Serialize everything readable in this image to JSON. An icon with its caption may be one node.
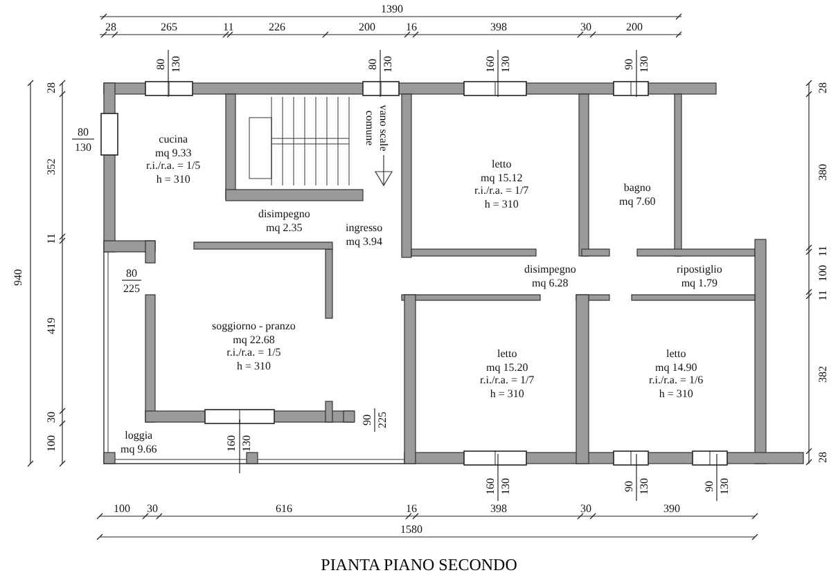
{
  "diagram": {
    "caption": "PIANTA PIANO SECONDO",
    "nodes": [
      {
        "text": [
          "cucina",
          "mq 9.33",
          "r.i./r.a. = 1/5",
          "h = 310"
        ]
      },
      {
        "text": [
          "vano scale comune"
        ]
      },
      {
        "text": [
          "disimpegno",
          "mq 2.35"
        ]
      },
      {
        "text": [
          "ingresso",
          "mq 3.94"
        ]
      },
      {
        "text": [
          "letto",
          "mq 15.12",
          "r.i./r.a. = 1/7",
          "h = 310"
        ]
      },
      {
        "text": [
          "bagno",
          "mq 7.60"
        ]
      },
      {
        "text": [
          "disimpegno",
          "mq 6.28"
        ]
      },
      {
        "text": [
          "ripostiglio",
          "mq 1.79"
        ]
      },
      {
        "text": [
          "soggiorno - pranzo",
          "mq 22.68",
          "r.i./r.a. = 1/5",
          "h = 310"
        ]
      },
      {
        "text": [
          "letto",
          "mq 15.20",
          "r.i./r.a. = 1/7",
          "h = 310"
        ]
      },
      {
        "text": [
          "letto",
          "mq 14.90",
          "r.i./r.a. = 1/6",
          "h = 310"
        ]
      },
      {
        "text": [
          "loggia",
          "mq 9.66"
        ]
      }
    ],
    "edges": [],
    "labels": [
      "1390",
      "28",
      "265",
      "11",
      "226",
      "200",
      "16",
      "398",
      "30",
      "200",
      "80",
      "130",
      "80",
      "130",
      "160",
      "130",
      "90",
      "130",
      "80",
      "130",
      "940",
      "28",
      "352",
      "11",
      "419",
      "30",
      "100",
      "28",
      "380",
      "11",
      "100",
      "11",
      "382",
      "28",
      "80",
      "225",
      "90",
      "225",
      "160",
      "130",
      "160",
      "130",
      "90",
      "130",
      "90",
      "130",
      "100",
      "30",
      "616",
      "16",
      "398",
      "30",
      "390",
      "1580"
    ]
  }
}
